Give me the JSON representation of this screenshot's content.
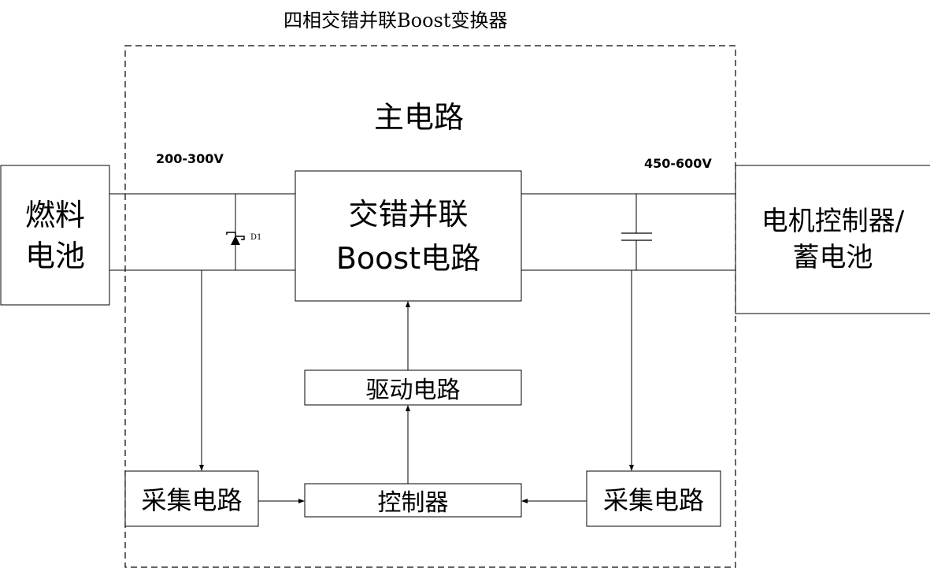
{
  "title": "四相交错并联Boost变换器",
  "main_circuit_label": "主电路",
  "input_voltage": "200-300V",
  "output_voltage": "450-600V",
  "diode_label": "D1",
  "blocks": {
    "fuel_cell": [
      "燃料",
      "电池"
    ],
    "boost": [
      "交错并联",
      "Boost电路"
    ],
    "load": [
      "电机控制器/",
      "蓄电池"
    ],
    "driver": "驱动电路",
    "controller": "控制器",
    "sampling_left": "采集电路",
    "sampling_right": "采集电路"
  }
}
